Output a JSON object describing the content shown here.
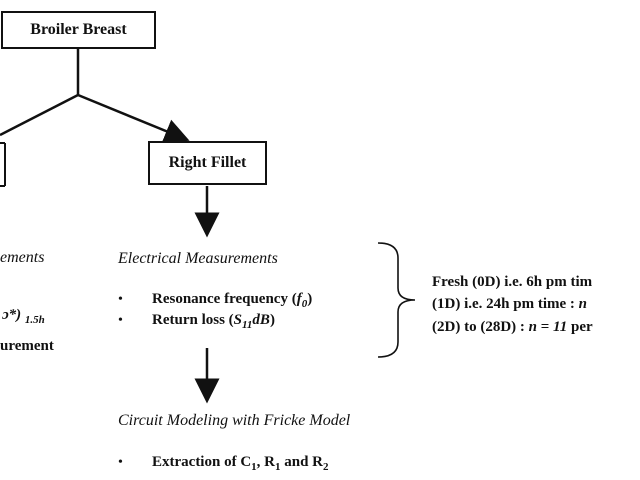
{
  "boxes": {
    "root": "Broiler Breast",
    "right_fillet": "Right Fillet"
  },
  "left_partial": {
    "heading": "ements",
    "item1_a": "ɔ*)",
    "item1_b": "1.5h",
    "item2": "urement"
  },
  "electrical": {
    "heading": "Electrical Measurements",
    "bullet": "•",
    "item1_label": "Resonance frequency (",
    "item1_symbol": "f",
    "item1_sub": "0",
    "item1_close": ")",
    "item2_label": "Return loss (",
    "item2_symbol": "S",
    "item2_sub": "11",
    "item2_unit": "dB",
    "item2_close": ")"
  },
  "timing": {
    "line1": "Fresh  (0D)  i.e.  6h  pm  tim",
    "line2_a": "(1D) i.e.  24h  pm  time : ",
    "line2_n": "n",
    "line3_a": "(2D) to (28D) : ",
    "line3_n": "n",
    "line3_eq": " = ",
    "line3_val": "11",
    "line3_b": " per"
  },
  "circuit": {
    "heading": "Circuit Modeling with Fricke Model",
    "bullet": "•",
    "item_a": "Extraction  of C",
    "sub1": "1",
    "item_b": ", R",
    "sub2": "1",
    "item_c": " and R",
    "sub3": "2"
  }
}
